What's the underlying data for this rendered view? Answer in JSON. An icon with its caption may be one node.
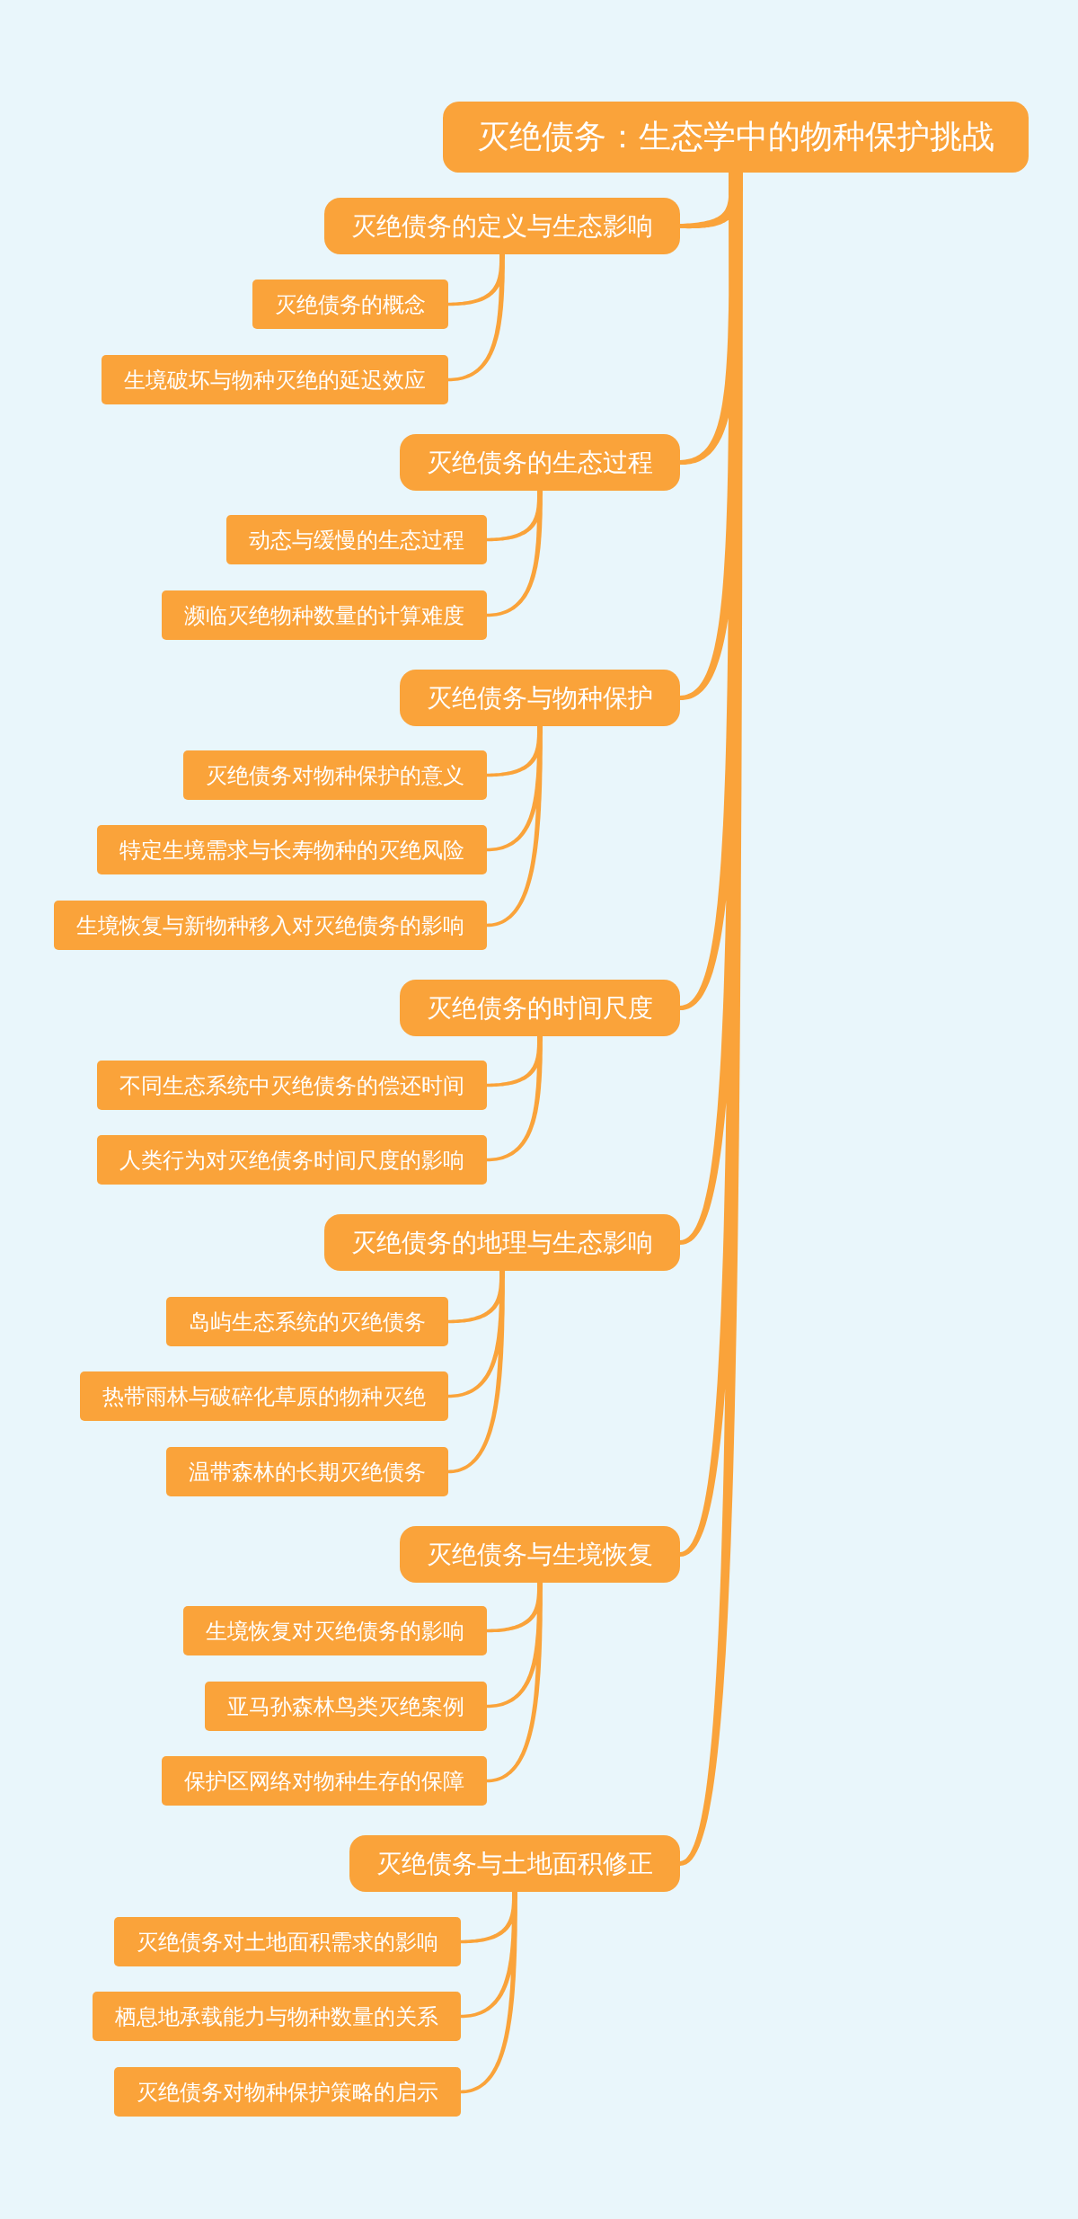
{
  "diagram": {
    "nodes": [
      {
        "text": [
          "灭绝债务：生态学中的物种保护挑战"
        ]
      },
      {
        "text": [
          "灭绝债务的定义与生态影响"
        ]
      },
      {
        "text": [
          "灭绝债务的概念"
        ]
      },
      {
        "text": [
          "生境破坏与物种灭绝的延迟效应"
        ]
      },
      {
        "text": [
          "灭绝债务的生态过程"
        ]
      },
      {
        "text": [
          "动态与缓慢的生态过程"
        ]
      },
      {
        "text": [
          "濒临灭绝物种数量的计算难度"
        ]
      },
      {
        "text": [
          "灭绝债务与物种保护"
        ]
      },
      {
        "text": [
          "灭绝债务对物种保护的意义"
        ]
      },
      {
        "text": [
          "特定生境需求与长寿物种的灭绝风险"
        ]
      },
      {
        "text": [
          "生境恢复与新物种移入对灭绝债务的影响"
        ]
      },
      {
        "text": [
          "灭绝债务的时间尺度"
        ]
      },
      {
        "text": [
          "不同生态系统中灭绝债务的偿还时间"
        ]
      },
      {
        "text": [
          "人类行为对灭绝债务时间尺度的影响"
        ]
      },
      {
        "text": [
          "灭绝债务的地理与生态影响"
        ]
      },
      {
        "text": [
          "岛屿生态系统的灭绝债务"
        ]
      },
      {
        "text": [
          "热带雨林与破碎化草原的物种灭绝"
        ]
      },
      {
        "text": [
          "温带森林的长期灭绝债务"
        ]
      },
      {
        "text": [
          "灭绝债务与生境恢复"
        ]
      },
      {
        "text": [
          "生境恢复对灭绝债务的影响"
        ]
      },
      {
        "text": [
          "亚马孙森林鸟类灭绝案例"
        ]
      },
      {
        "text": [
          "保护区网络对物种生存的保障"
        ]
      },
      {
        "text": [
          "灭绝债务与土地面积修正"
        ]
      },
      {
        "text": [
          "灭绝债务对土地面积需求的影响"
        ]
      },
      {
        "text": [
          "栖息地承载能力与物种数量的关系"
        ]
      },
      {
        "text": [
          "灭绝债务对物种保护策略的启示"
        ]
      }
    ],
    "edges": [
      {
        "from": 0,
        "to": 1,
        "arrow": "none"
      },
      {
        "from": 1,
        "to": 2,
        "arrow": "none"
      },
      {
        "from": 1,
        "to": 3,
        "arrow": "none"
      },
      {
        "from": 0,
        "to": 4,
        "arrow": "none"
      },
      {
        "from": 4,
        "to": 5,
        "arrow": "none"
      },
      {
        "from": 4,
        "to": 6,
        "arrow": "none"
      },
      {
        "from": 0,
        "to": 7,
        "arrow": "none"
      },
      {
        "from": 7,
        "to": 8,
        "arrow": "none"
      },
      {
        "from": 7,
        "to": 9,
        "arrow": "none"
      },
      {
        "from": 7,
        "to": 10,
        "arrow": "none"
      },
      {
        "from": 0,
        "to": 11,
        "arrow": "none"
      },
      {
        "from": 11,
        "to": 12,
        "arrow": "none"
      },
      {
        "from": 11,
        "to": 13,
        "arrow": "none"
      },
      {
        "from": 0,
        "to": 14,
        "arrow": "none"
      },
      {
        "from": 14,
        "to": 15,
        "arrow": "none"
      },
      {
        "from": 14,
        "to": 16,
        "arrow": "none"
      },
      {
        "from": 14,
        "to": 17,
        "arrow": "none"
      },
      {
        "from": 0,
        "to": 18,
        "arrow": "none"
      },
      {
        "from": 18,
        "to": 19,
        "arrow": "none"
      },
      {
        "from": 18,
        "to": 20,
        "arrow": "none"
      },
      {
        "from": 18,
        "to": 21,
        "arrow": "none"
      },
      {
        "from": 0,
        "to": 22,
        "arrow": "none"
      },
      {
        "from": 22,
        "to": 23,
        "arrow": "none"
      },
      {
        "from": 22,
        "to": 24,
        "arrow": "none"
      },
      {
        "from": 22,
        "to": 25,
        "arrow": "none"
      }
    ]
  }
}
